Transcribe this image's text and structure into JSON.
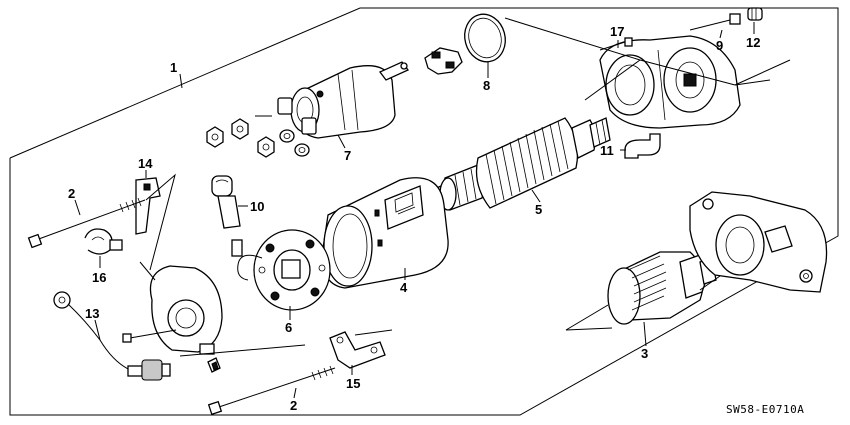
{
  "diagram": {
    "code": "SW58-E0710A",
    "labels": {
      "p1": "1",
      "p2a": "2",
      "p2b": "2",
      "p3": "3",
      "p4": "4",
      "p5": "5",
      "p6": "6",
      "p7": "7",
      "p8": "8",
      "p9": "9",
      "p10": "10",
      "p11": "11",
      "p12": "12",
      "p13": "13",
      "p14": "14",
      "p15": "15",
      "p16": "16",
      "p17": "17"
    }
  }
}
